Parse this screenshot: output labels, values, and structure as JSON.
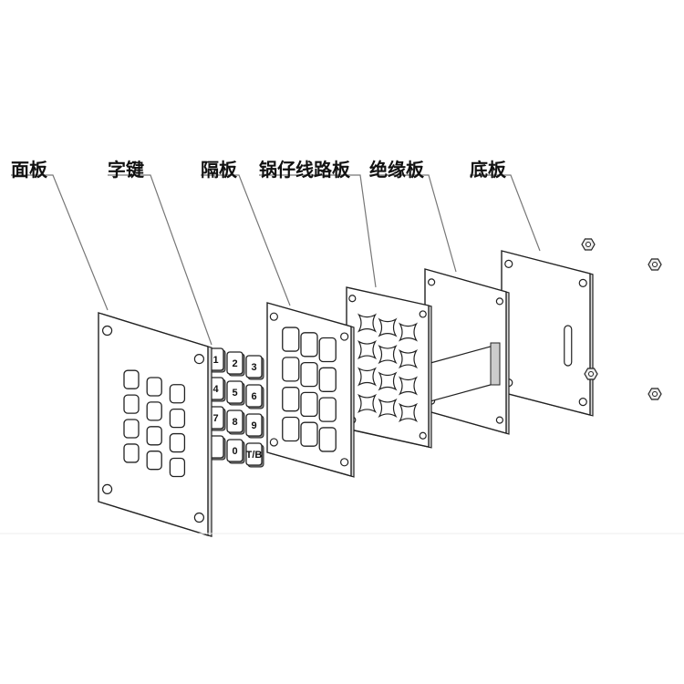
{
  "labels": {
    "face_panel": "面板",
    "keys": "字键",
    "spacer": "隔板",
    "dome_pcb": "锅仔线路板",
    "insulation": "绝缘板",
    "base_plate": "底板"
  },
  "key_labels": [
    "1",
    "2",
    "3",
    "4",
    "5",
    "6",
    "7",
    "8",
    "9",
    "",
    "0",
    "T/B"
  ],
  "colors": {
    "line": "#222222",
    "leader": "#777777",
    "plate": "#ffffff"
  }
}
